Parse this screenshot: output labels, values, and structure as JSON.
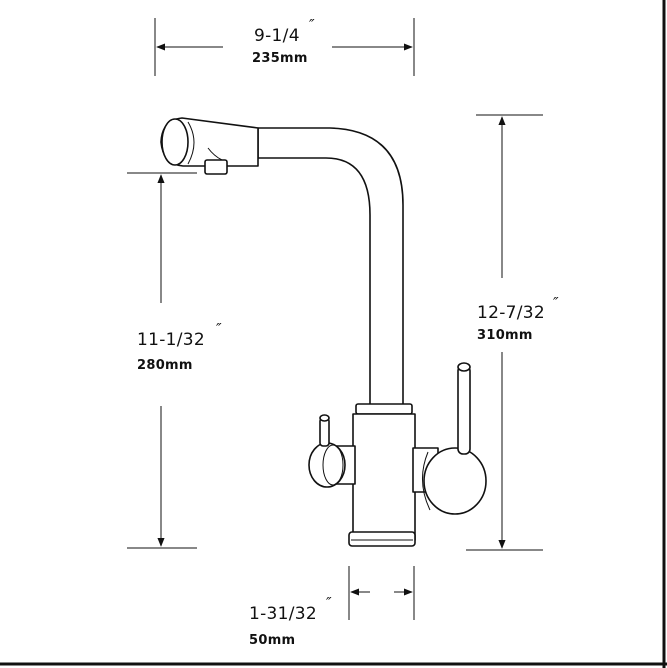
{
  "dimensions": {
    "width": {
      "imperial": "9-1/4",
      "metric": "235mm"
    },
    "spout_height": {
      "imperial": "11-1/32",
      "metric": "280mm"
    },
    "total_height": {
      "imperial": "12-7/32",
      "metric": "310mm"
    },
    "base_diameter": {
      "imperial": "1-31/32",
      "metric": "50mm"
    },
    "inch_mark": "″"
  }
}
